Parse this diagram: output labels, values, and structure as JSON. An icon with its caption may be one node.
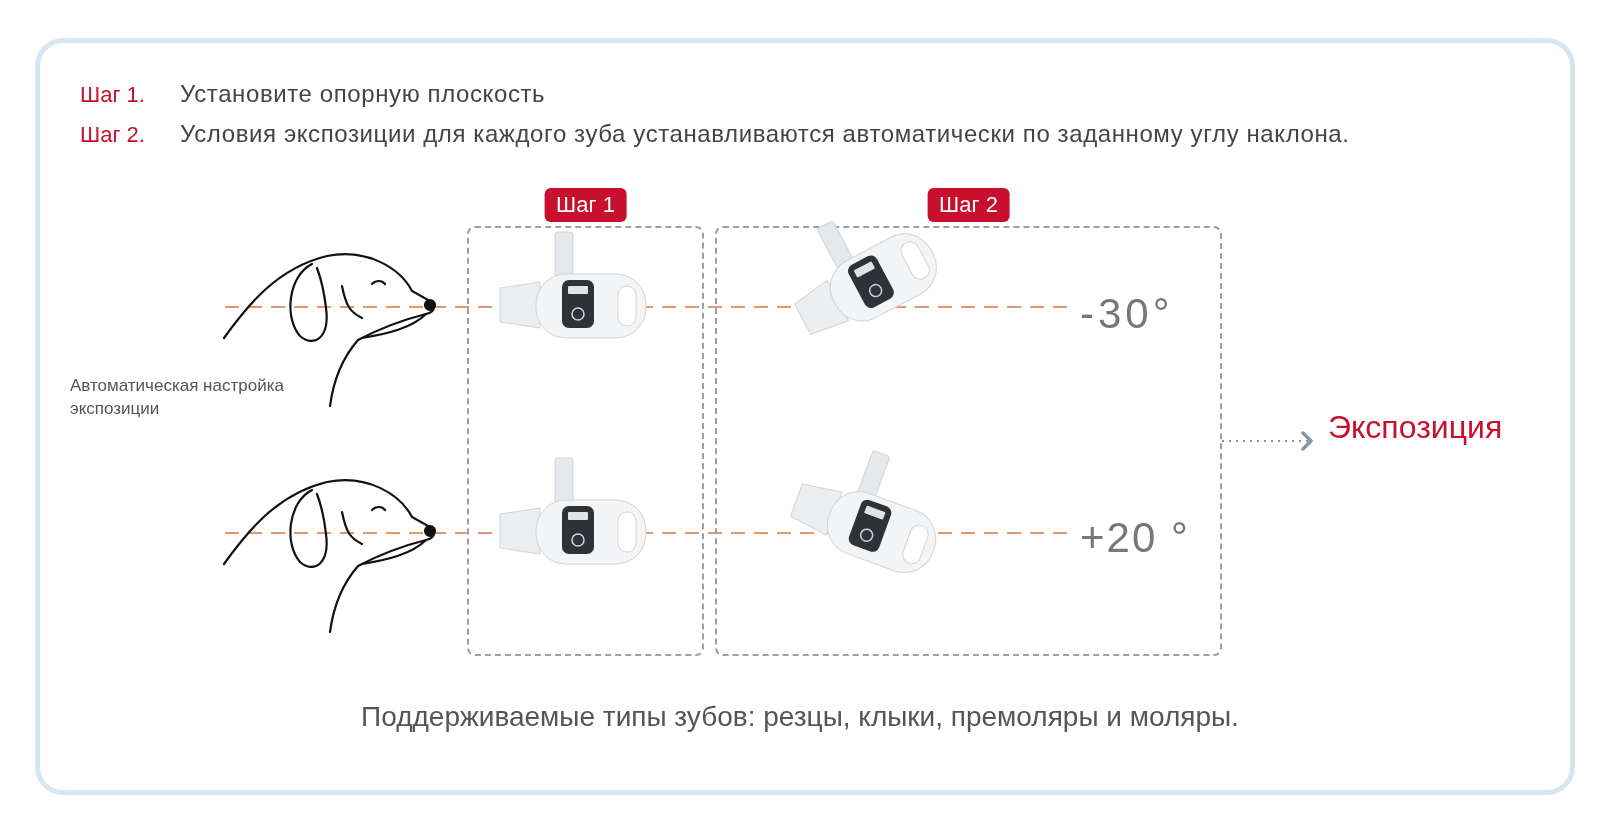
{
  "diagram": {
    "nodes": [
      {
        "text": [
          "Шаг 1"
        ]
      },
      {
        "text": [
          "Шаг 2"
        ]
      },
      {
        "text": [
          "Экспозиция"
        ]
      }
    ],
    "edges": [
      {
        "from": 1,
        "to": 2,
        "arrow": "to",
        "style": "dashed"
      }
    ],
    "labels": [
      "Шаг 1.",
      "Установите опорную плоскость",
      "Шаг 2.",
      "Условия экспозиции для каждого зуба устанавливаются автоматически по заданному углу наклона.",
      "Автоматическая настройка экспозиции",
      "-30°",
      "+20 °"
    ],
    "caption": "Поддерживаемые типы зубов: резцы, клыки, премоляры и моляры."
  }
}
